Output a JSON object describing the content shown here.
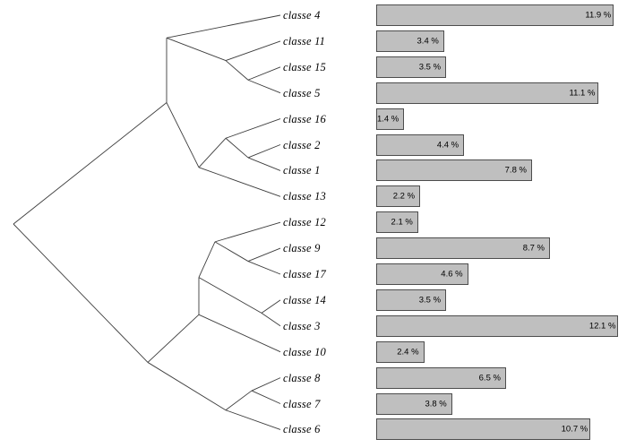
{
  "chart_data": {
    "type": "bar",
    "title": "",
    "subtitle": "",
    "xlabel": "",
    "ylabel": "",
    "orientation": "horizontal",
    "grid": false,
    "legend": null,
    "value_suffix": " %",
    "xlim": [
      0,
      12.1
    ],
    "categories": [
      "classe 4",
      "classe 11",
      "classe 15",
      "classe 5",
      "classe 16",
      "classe 2",
      "classe 1",
      "classe 13",
      "classe 12",
      "classe 9",
      "classe 17",
      "classe 14",
      "classe 3",
      "classe 10",
      "classe 8",
      "classe 7",
      "classe 6"
    ],
    "values": [
      11.9,
      3.4,
      3.5,
      11.1,
      1.4,
      4.4,
      7.8,
      2.2,
      2.1,
      8.7,
      4.6,
      3.5,
      12.1,
      2.4,
      6.5,
      3.8,
      10.7
    ],
    "value_labels": [
      "11.9 %",
      "3.4 %",
      "3.5 %",
      "11.1 %",
      "1.4 %",
      "4.4 %",
      "7.8 %",
      "2.2 %",
      "2.1 %",
      "8.7 %",
      "4.6 %",
      "3.5 %",
      "12.1 %",
      "2.4 %",
      "6.5 %",
      "3.8 %",
      "10.7 %"
    ],
    "bar_fill_color": "#bfbfbf",
    "bar_border_color": "#4d4d4d",
    "dendrogram": {
      "type": "slanted-dendrogram",
      "line_color": "#3c3c3c",
      "leaf_order": [
        4,
        11,
        15,
        5,
        16,
        2,
        1,
        13,
        12,
        9,
        17,
        14,
        3,
        10,
        8,
        7,
        6
      ],
      "clusters": [
        [
          "classe 4",
          "classe 11",
          "classe 15",
          "classe 5"
        ],
        [
          "classe 16",
          "classe 2",
          "classe 1",
          "classe 13"
        ],
        [
          "classe 12",
          "classe 9",
          "classe 17",
          "classe 14",
          "classe 3",
          "classe 10"
        ],
        [
          "classe 8",
          "classe 7",
          "classe 6"
        ]
      ]
    }
  },
  "leaf_labels": [
    "classe 4",
    "classe 11",
    "classe 15",
    "classe 5",
    "classe 16",
    "classe 2",
    "classe 1",
    "classe 13",
    "classe 12",
    "classe 9",
    "classe 17",
    "classe 14",
    "classe 3",
    "classe 10",
    "classe 8",
    "classe 7",
    "classe 6"
  ]
}
